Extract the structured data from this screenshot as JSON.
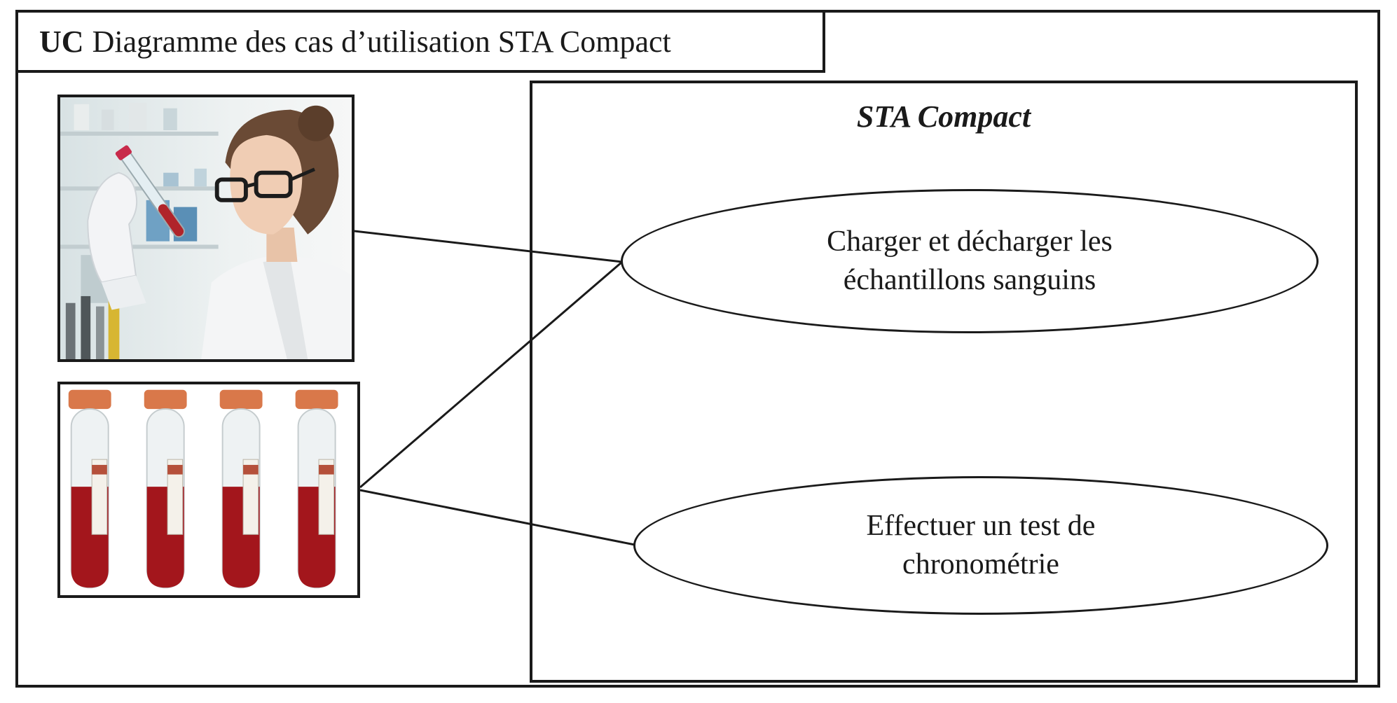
{
  "diagram": {
    "title_keyword": "UC",
    "title_text": "Diagramme des cas d’utilisation STA Compact",
    "system_name": "STA Compact",
    "actors": [
      {
        "id": "technician",
        "depicts": "laboratory-technician-photo"
      },
      {
        "id": "samples",
        "depicts": "blood-sample-tubes-photo"
      }
    ],
    "use_cases": [
      {
        "id": "load",
        "label": "Charger et décharger les échantillons sanguins"
      },
      {
        "id": "chrono",
        "label": "Effectuer un test de chronométrie"
      }
    ],
    "associations": [
      {
        "from": "technician",
        "to": "load"
      },
      {
        "from": "samples",
        "to": "load"
      },
      {
        "from": "samples",
        "to": "chrono"
      }
    ]
  }
}
